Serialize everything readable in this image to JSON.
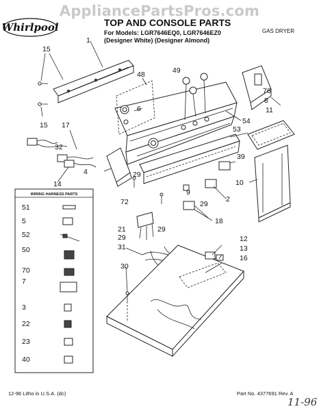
{
  "watermark": "AppliancePartsPros.com",
  "brand": "Whirlpool",
  "header": {
    "title": "TOP AND CONSOLE PARTS",
    "models_line": "For Models: LGR7646EQ0, LGR7646EZ0",
    "colors_line": "(Designer White) (Designer Almond)",
    "product_type": "GAS DRYER"
  },
  "legend": {
    "title": "WIRING HARNESS PARTS",
    "items": [
      "51",
      "5",
      "52",
      "50",
      "70",
      "7",
      "3",
      "22",
      "23",
      "40"
    ]
  },
  "callouts": [
    "15",
    "1",
    "48",
    "49",
    "76",
    "8",
    "11",
    "6",
    "54",
    "53",
    "17",
    "15",
    "32",
    "39",
    "4",
    "14",
    "29",
    "9",
    "10",
    "2",
    "29",
    "72",
    "18",
    "21",
    "29",
    "29",
    "31",
    "12",
    "13",
    "16",
    "30"
  ],
  "footer": {
    "left": "12-96 Litho in U.S.A. (dc)",
    "right": "Part No. 4377691 Rev. A",
    "handwritten": "11-96"
  }
}
